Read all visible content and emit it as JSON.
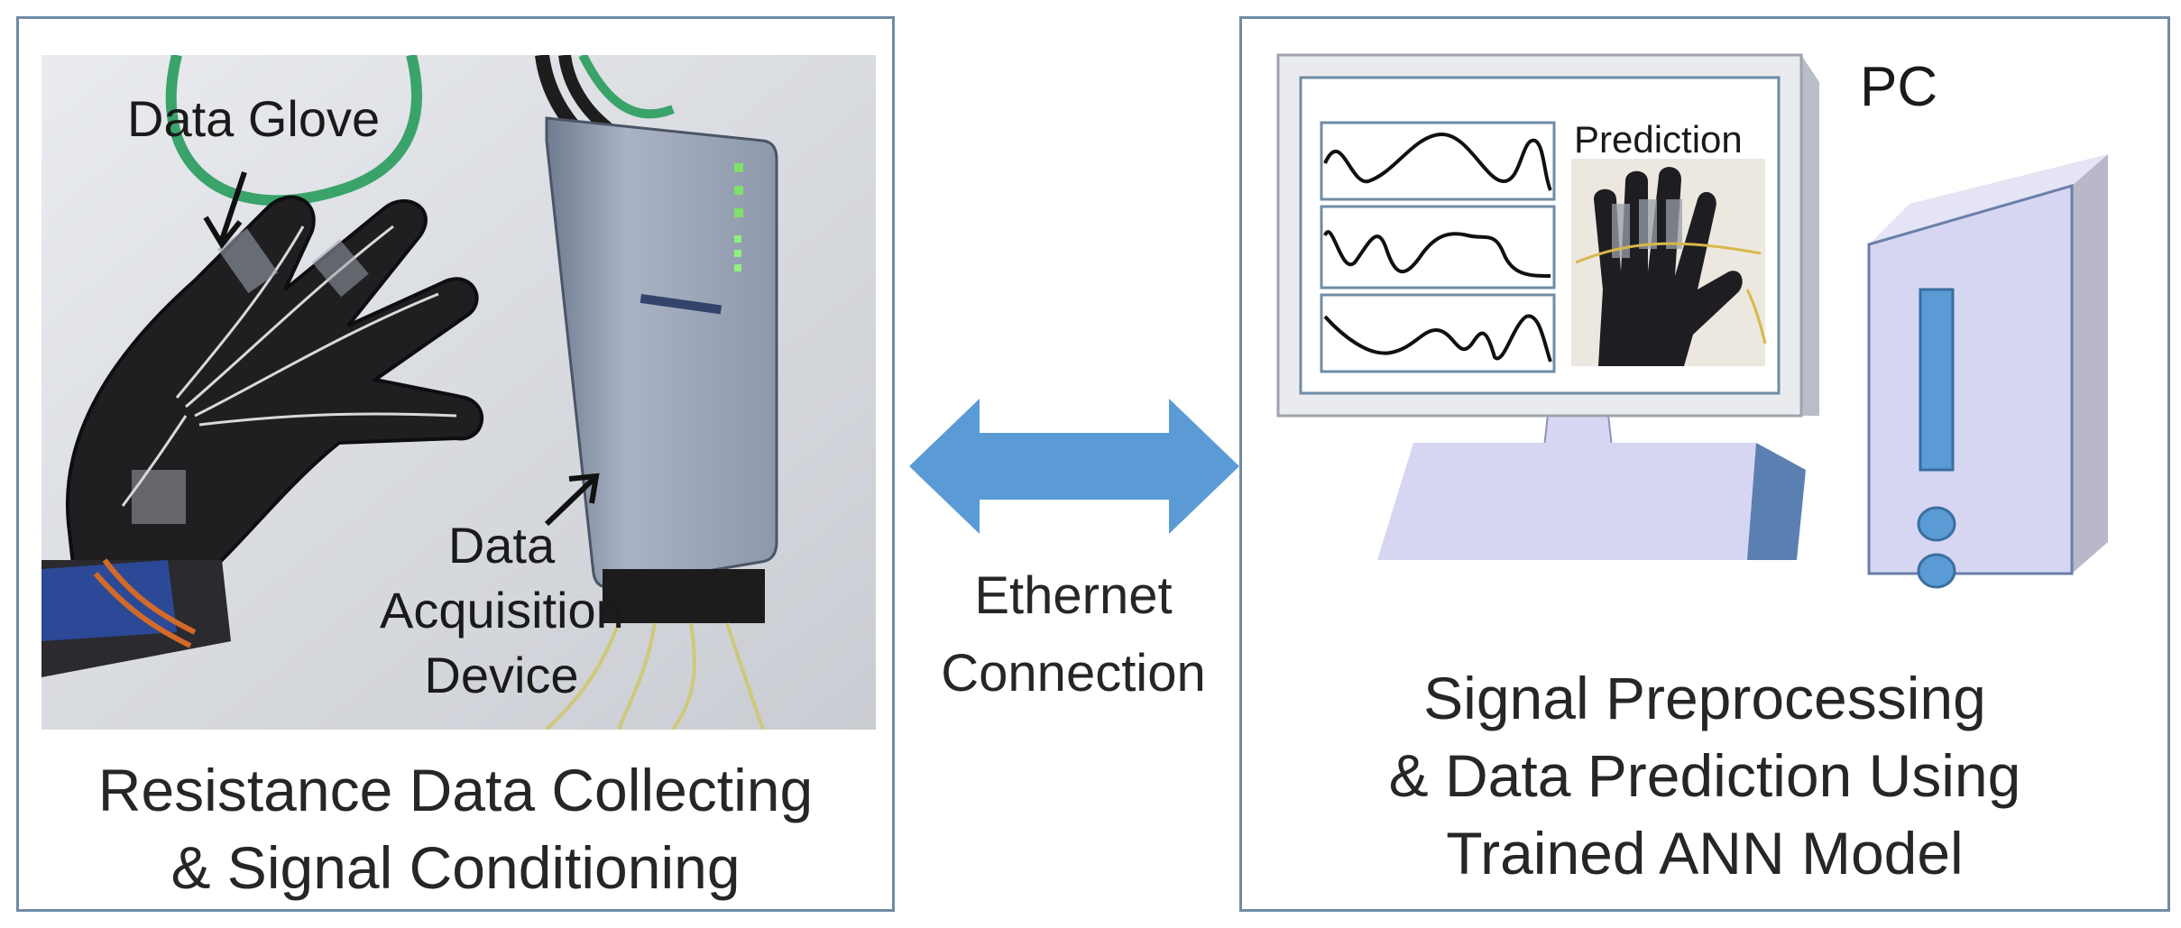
{
  "left": {
    "glove_label": "Data Glove",
    "daq_label": [
      "Data",
      "Acquisition",
      "Device"
    ],
    "caption": [
      "Resistance Data Collecting",
      "& Signal Conditioning"
    ]
  },
  "center": {
    "connection_label": [
      "Ethernet",
      "Connection"
    ]
  },
  "right": {
    "pc_label": "PC",
    "prediction_label": "Prediction",
    "caption": [
      "Signal Preprocessing",
      "& Data Prediction Using",
      "Trained ANN Model"
    ]
  },
  "colors": {
    "border": "#6f8ca6",
    "arrow": "#5b9bd5",
    "device_fill": "#d4d4f2",
    "device_edge": "#5b7fb0"
  }
}
